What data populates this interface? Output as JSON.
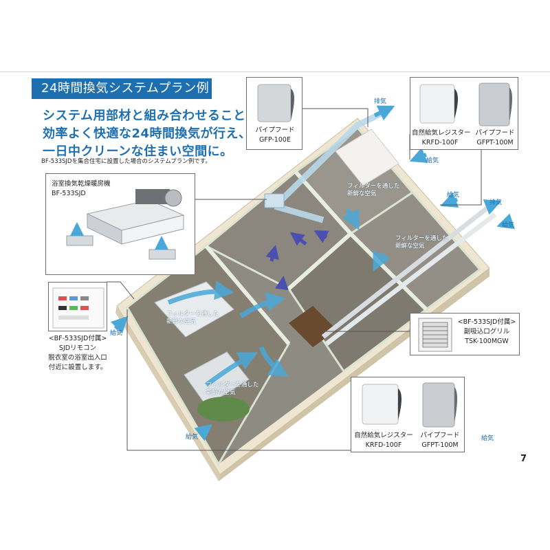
{
  "header": {
    "banner_title": "24時間換気システムプラン例",
    "lead_lines": [
      "システム用部材と組み合わせることで",
      "効率よく快適な24時間換気が行え、",
      "一日中クリーンな住まい空間に。"
    ],
    "note": "BF-533SJDを集合住宅に設置した場合のシステムプラン例です。"
  },
  "products": {
    "unit": {
      "title": "浴室換気乾燥暖房機",
      "model": "BF-533SJD"
    },
    "remote": {
      "line1": "<BF-533SJD付属>",
      "line2": "SJDリモコン",
      "line3": "脱衣室の浴室出入口",
      "line4": "付近に設置します。"
    },
    "pipe_hood_top": {
      "name": "パイプフード",
      "model": "GFP-100E"
    },
    "register_top": {
      "name": "自然給気レジスター",
      "model": "KRFD-100F"
    },
    "pipe_hood_top_right": {
      "name": "パイプフード",
      "model": "GFPT-100M"
    },
    "grille": {
      "line1": "<BF-533SJD付属>",
      "line2": "副吸込口グリル",
      "line3": "TSK-100MGW"
    },
    "register_bottom": {
      "name": "自然給気レジスター",
      "model": "KRFD-100F"
    },
    "pipe_hood_bottom": {
      "name": "パイプフード",
      "model": "GFPT-100M"
    }
  },
  "air_labels": {
    "exhaust": "排気",
    "supply": "給気",
    "fresh_air_1": "フィルターを通した",
    "fresh_air_2": "新鮮な空気"
  },
  "page_number": "7",
  "colors": {
    "accent": "#1e6fb0",
    "arrow": "#4aa8d8"
  }
}
